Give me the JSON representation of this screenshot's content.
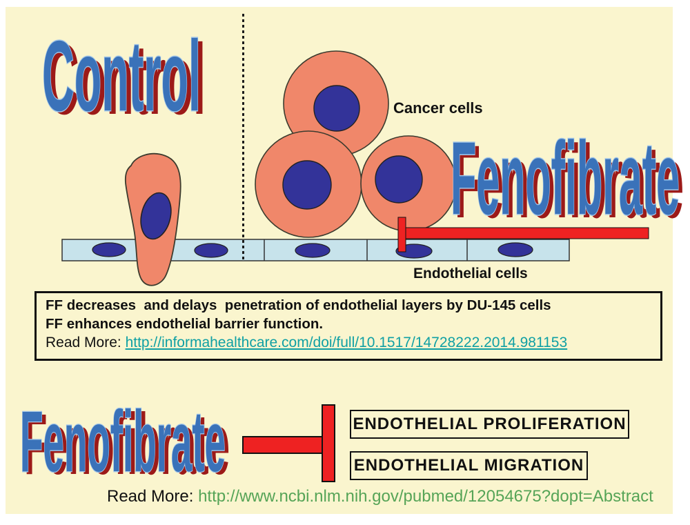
{
  "wordart": {
    "control": "Control",
    "fenofibrate_top": "Fenofibrate",
    "fenofibrate_bottom": "Fenofibrate"
  },
  "diagram": {
    "cancer_cells_label": "Cancer cells",
    "endothelial_cells_label": "Endothelial cells"
  },
  "info_box": {
    "line1": "FF decreases  and delays  penetration of endothelial layers by DU-145 cells",
    "line2": "FF enhances endothelial barrier function.",
    "read_more_label": "Read More: ",
    "link_url": "http://informahealthcare.com/doi/full/10.1517/14728222.2014.981153"
  },
  "outcomes": {
    "proliferation": "ENDOTHELIAL PROLIFERATION",
    "migration": "ENDOTHELIAL MIGRATION"
  },
  "footer": {
    "read_more_label": "Read More: ",
    "link_url": "http://www.ncbi.nlm.nih.gov/pubmed/12054675?dopt=Abstract"
  },
  "colors": {
    "background": "#FAF5CE",
    "cell_body": "#F0876A",
    "cell_nucleus": "#333399",
    "endothelium": "#C7E3EB",
    "inhibition_red": "#EE2222",
    "wordart_blue": "#3A72B9",
    "wordart_outline": "#A2C6E8",
    "wordart_shadow": "#9C1A18",
    "info_link": "#0FA0A4",
    "footer_link": "#56A457"
  }
}
